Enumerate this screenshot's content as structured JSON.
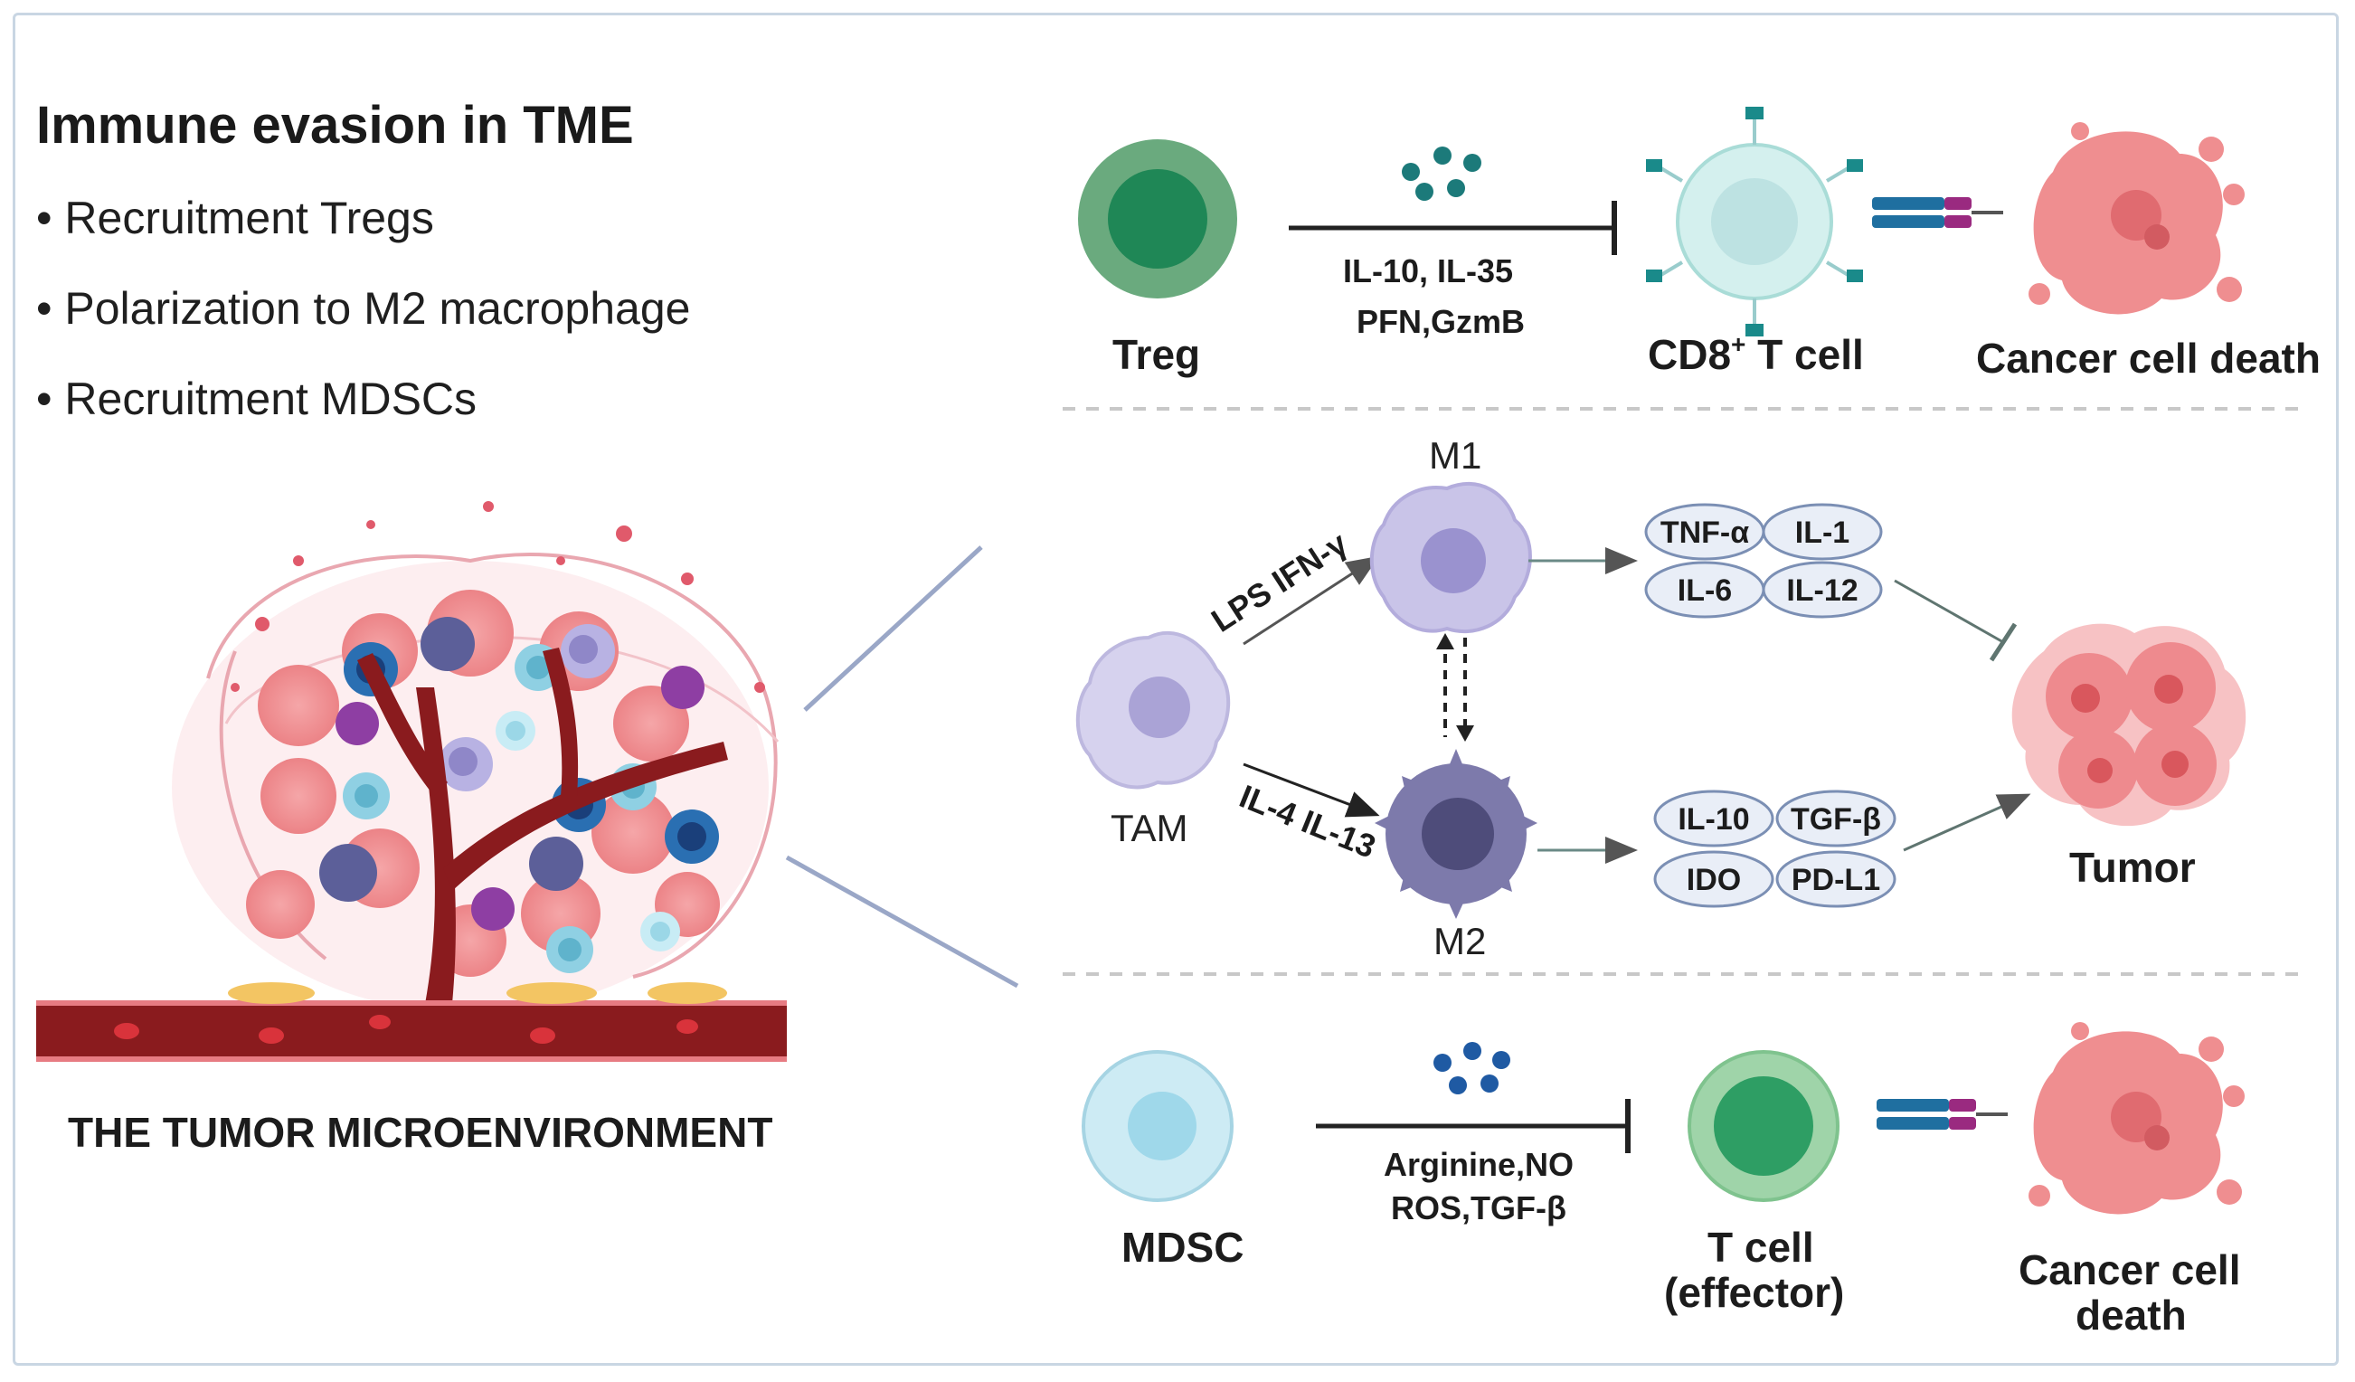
{
  "left": {
    "title": "Immune evasion in TME",
    "bullets": [
      "• Recruitment  Tregs",
      "• Polarization to M2 macrophage",
      "• Recruitment  MDSCs"
    ],
    "tme_label": "THE TUMOR MICROENVIRONMENT"
  },
  "treg_row": {
    "source": "Treg",
    "factors_line1": "IL-10,  IL-35",
    "factors_line2": "PFN,GzmB",
    "target": "CD8",
    "target_sup": "+",
    "target_suffix": " T cell",
    "outcome": "Cancer cell death"
  },
  "tam_row": {
    "source": "TAM",
    "m1": "M1",
    "m2": "M2",
    "m1_stimuli": "LPS  IFN-γ",
    "m2_stimuli": "IL-4 IL-13",
    "m1_cytokines": [
      "TNF-α",
      "IL-1",
      "IL-6",
      "IL-12"
    ],
    "m2_cytokines": [
      "IL-10",
      "TGF-β",
      "IDO",
      "PD-L1"
    ],
    "target": "Tumor"
  },
  "mdsc_row": {
    "source": "MDSC",
    "factors_line1": "Arginine,NO",
    "factors_line2": "ROS,TGF-β",
    "target_line1": "T cell",
    "target_line2": "(effector)",
    "outcome_line1": "Cancer cell",
    "outcome_line2": "death"
  },
  "colors": {
    "treg": "#5e9e73",
    "cd8": "#c6ebe8",
    "cancer": "#ee8b8e",
    "macrophage": "#bdb8df",
    "m2": "#7c7aa8",
    "mdsc": "#bfe6f1",
    "teff": "#36a36c",
    "vessel": "#8a1b1e",
    "cytokine_fill": "#e9eef7"
  }
}
